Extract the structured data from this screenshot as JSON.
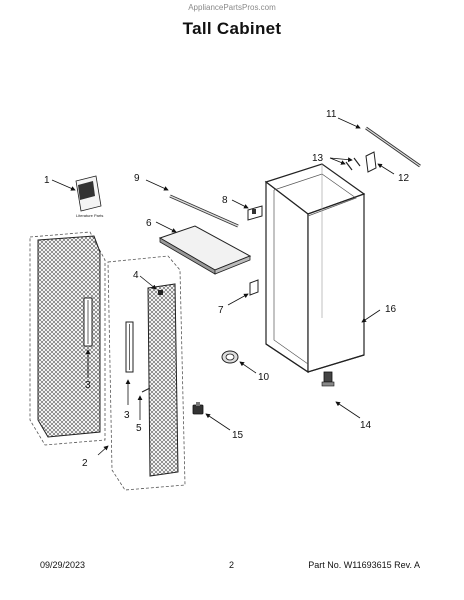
{
  "watermark": "AppliancePartsPros.com",
  "title": "Tall Cabinet",
  "footer": {
    "date": "09/29/2023",
    "page": "2",
    "part": "Part No. W11693615  Rev. A"
  },
  "literature_label": "Literature Parts",
  "callouts": {
    "c1": "1",
    "c2": "2",
    "c3a": "3",
    "c3b": "3",
    "c4": "4",
    "c5": "5",
    "c6": "6",
    "c7": "7",
    "c8": "8",
    "c9": "9",
    "c10": "10",
    "c11": "11",
    "c12": "12",
    "c13": "13",
    "c14": "14",
    "c15": "15",
    "c16": "16"
  }
}
